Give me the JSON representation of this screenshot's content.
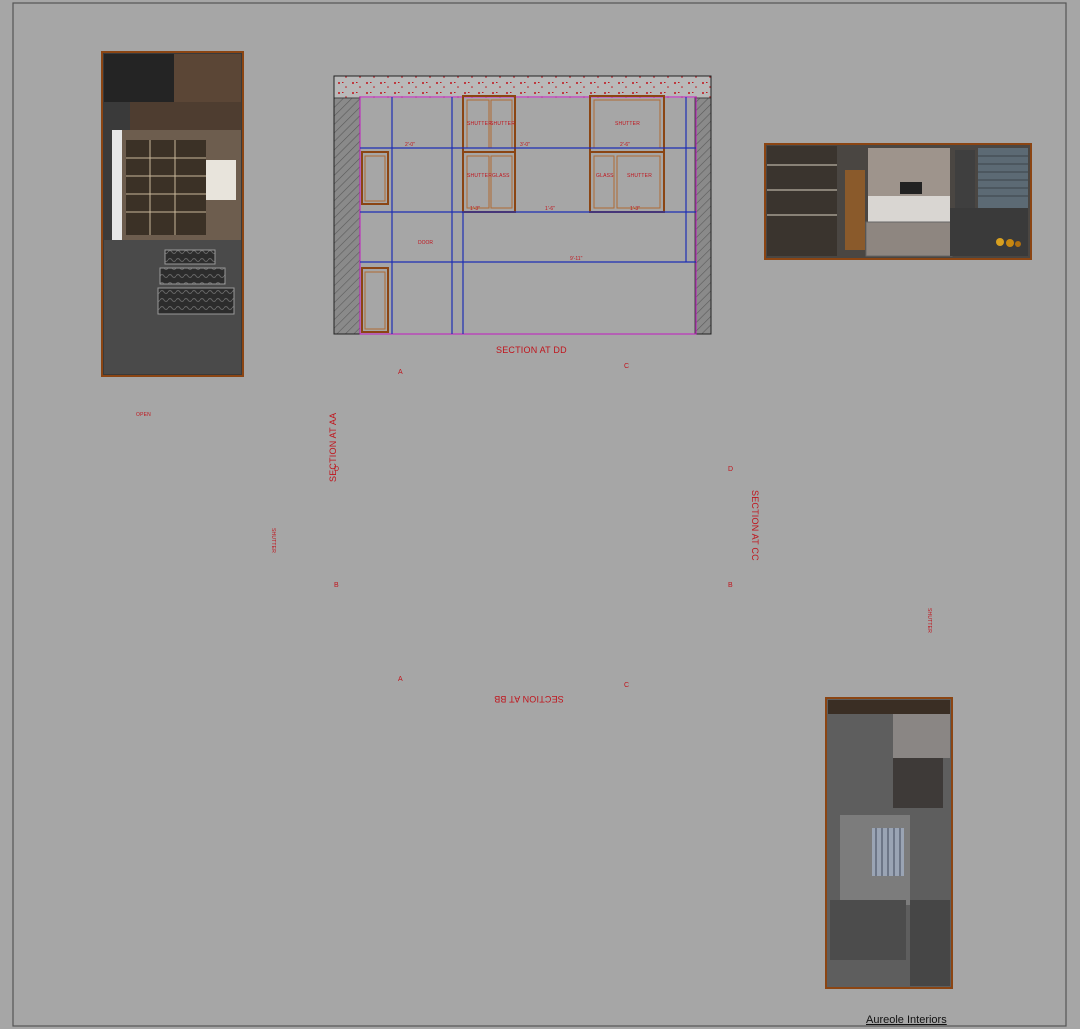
{
  "sheet": {
    "firm": "Aureole Interiors",
    "colors": {
      "paper": "#a6a6a6",
      "cabinet": "#8b4513",
      "dim": "#1e2fb5",
      "section": "#c0141c",
      "magenta": "#c21ac2",
      "wall": "#7a7a7a"
    }
  },
  "sections": {
    "dd": {
      "title": "SECTION AT DD",
      "labels": {
        "shutter1": "SHUTTER",
        "shutter2": "SHUTTER",
        "shutter3": "SHUTTER",
        "glass1": "GLASS",
        "glass2": "GLASS",
        "shutter4": "SHUTTER",
        "shutter5": "SHUTTER"
      }
    },
    "aa": {
      "title": "SECTION AT AA",
      "labels": {
        "open": "OPEN",
        "shutter": "SHUTTER"
      }
    },
    "cc": {
      "title": "SECTION AT CC",
      "labels": {
        "shutter": "SHUTTER"
      }
    },
    "bb": {
      "title": "SECTION AT BB"
    },
    "plan": {
      "markA": "A",
      "markB": "B",
      "markC": "C",
      "markD": "D"
    }
  },
  "renders": [
    {
      "name": "render-corridor-view"
    },
    {
      "name": "render-kitchen-elevation"
    },
    {
      "name": "render-top-view"
    }
  ]
}
